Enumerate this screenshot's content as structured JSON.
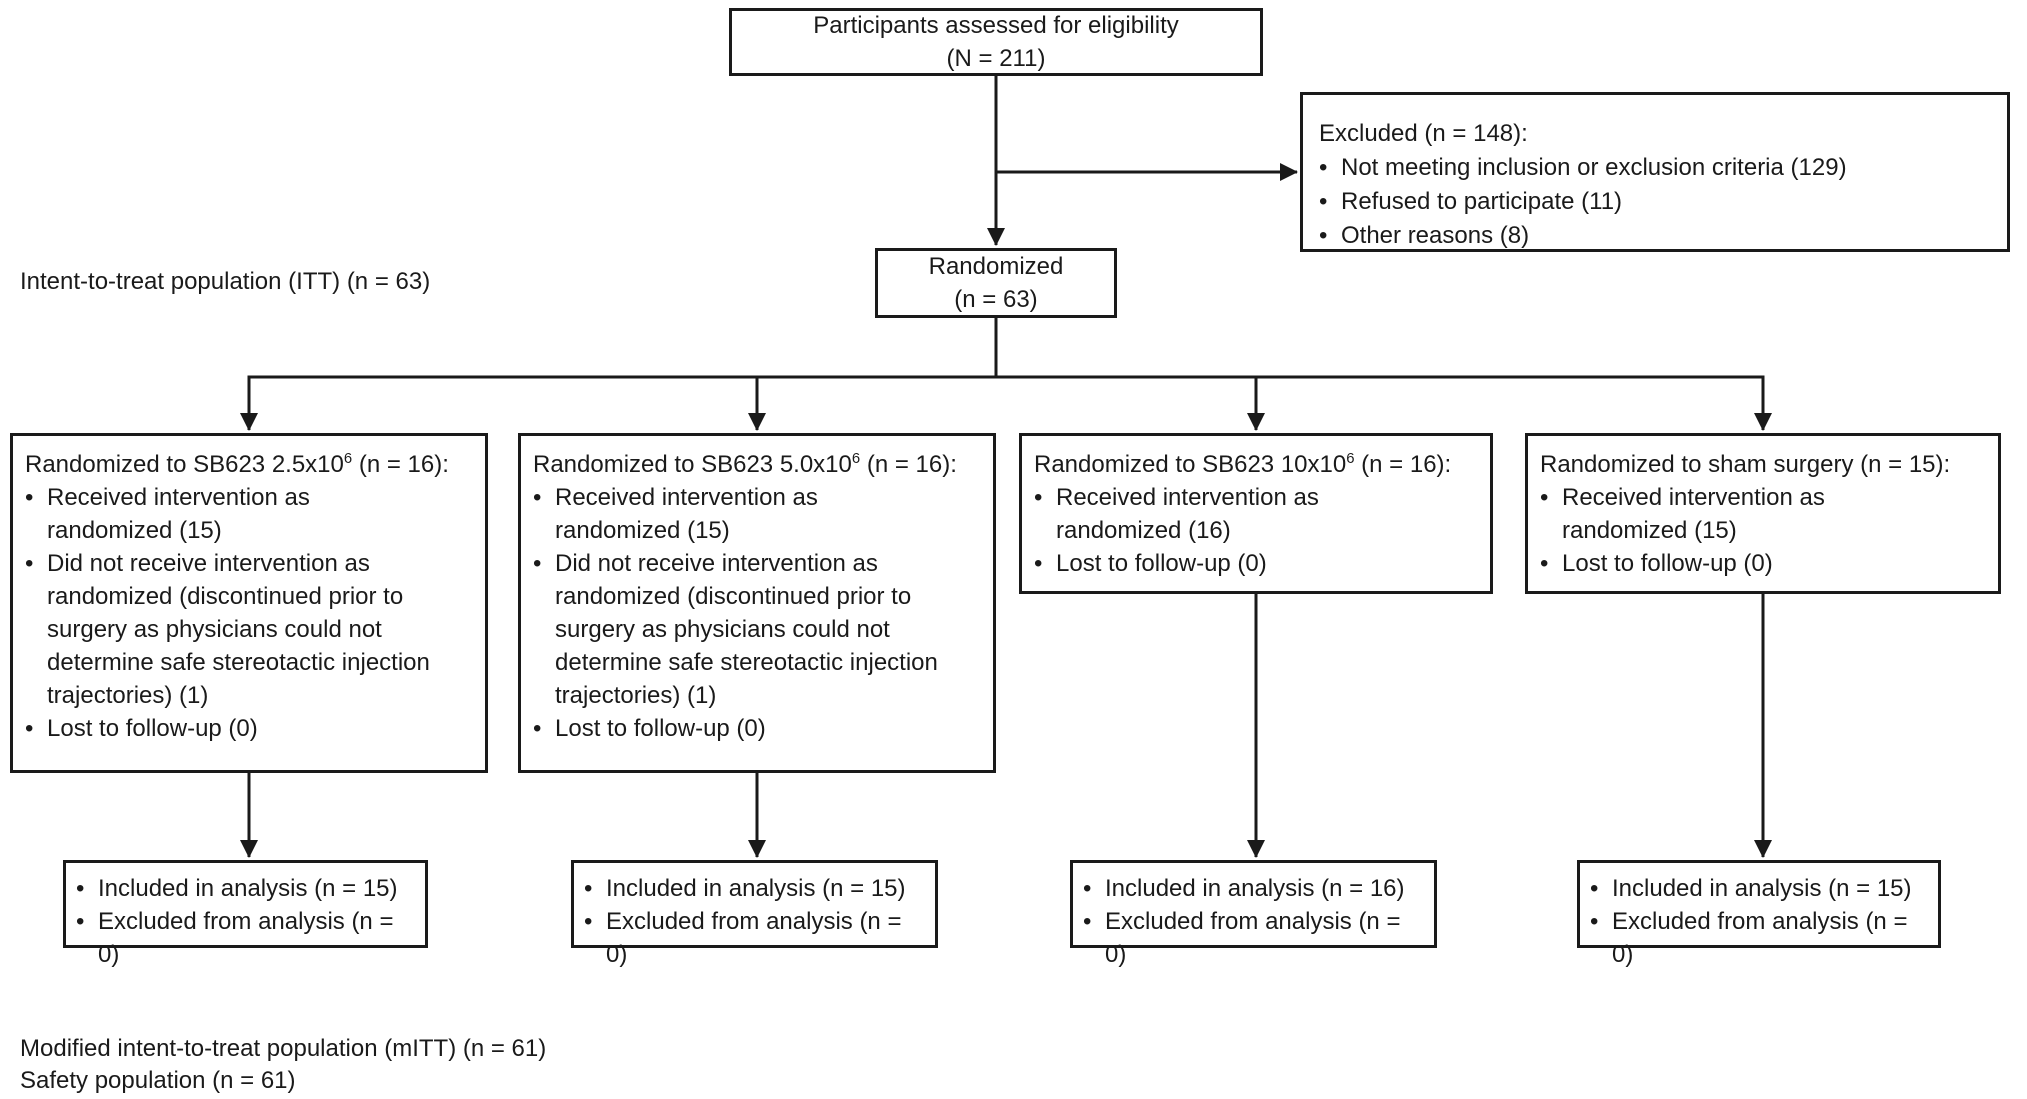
{
  "diagram": {
    "bullet": "•",
    "colors": {
      "line": "#1a1a1a",
      "text": "#1a1a1a",
      "background": "#ffffff"
    },
    "top_box": {
      "line1": "Participants assessed for eligibility",
      "line2": "(N = 211)"
    },
    "excluded_box": {
      "heading": "Excluded (n = 148):",
      "items": [
        "Not meeting inclusion or exclusion criteria (129)",
        "Refused to participate (11)",
        "Other reasons (8)"
      ]
    },
    "itt_label": "Intent-to-treat population (ITT) (n = 63)",
    "randomized_box": {
      "line1": "Randomized",
      "line2": "(n = 63)"
    },
    "arms": [
      {
        "title_pre": "Randomized to SB623 2.5x10",
        "title_sup": "6",
        "title_post": " (n = 16):",
        "items": [
          "Received intervention as\nrandomized (15)",
          "Did not receive intervention as\nrandomized (discontinued prior to\nsurgery as physicians could not\ndetermine safe stereotactic injection\ntrajectories) (1)",
          "Lost to follow-up (0)"
        ]
      },
      {
        "title_pre": "Randomized to SB623 5.0x10",
        "title_sup": "6",
        "title_post": " (n = 16):",
        "items": [
          "Received intervention as\nrandomized (15)",
          "Did not receive intervention as\nrandomized (discontinued prior to\nsurgery as physicians could not\ndetermine safe stereotactic injection\ntrajectories) (1)",
          "Lost to follow-up (0)"
        ]
      },
      {
        "title_pre": "Randomized to SB623 10x10",
        "title_sup": "6",
        "title_post": " (n = 16):",
        "items": [
          "Received intervention as\nrandomized (16)",
          "Lost to follow-up (0)"
        ]
      },
      {
        "title_pre": "Randomized to sham surgery (n = 15):",
        "title_sup": "",
        "title_post": "",
        "items": [
          "Received intervention as\nrandomized (15)",
          "Lost to follow-up (0)"
        ]
      }
    ],
    "analysis_boxes": [
      {
        "items": [
          "Included in analysis (n = 15)",
          "Excluded from analysis (n = 0)"
        ]
      },
      {
        "items": [
          "Included in analysis (n = 15)",
          "Excluded from analysis (n = 0)"
        ]
      },
      {
        "items": [
          "Included in analysis (n = 16)",
          "Excluded from analysis (n = 0)"
        ]
      },
      {
        "items": [
          "Included in analysis (n = 15)",
          "Excluded from analysis (n = 0)"
        ]
      }
    ],
    "mitt_label": "Modified intent-to-treat population (mITT) (n = 61)",
    "safety_label": "Safety population (n = 61)"
  }
}
